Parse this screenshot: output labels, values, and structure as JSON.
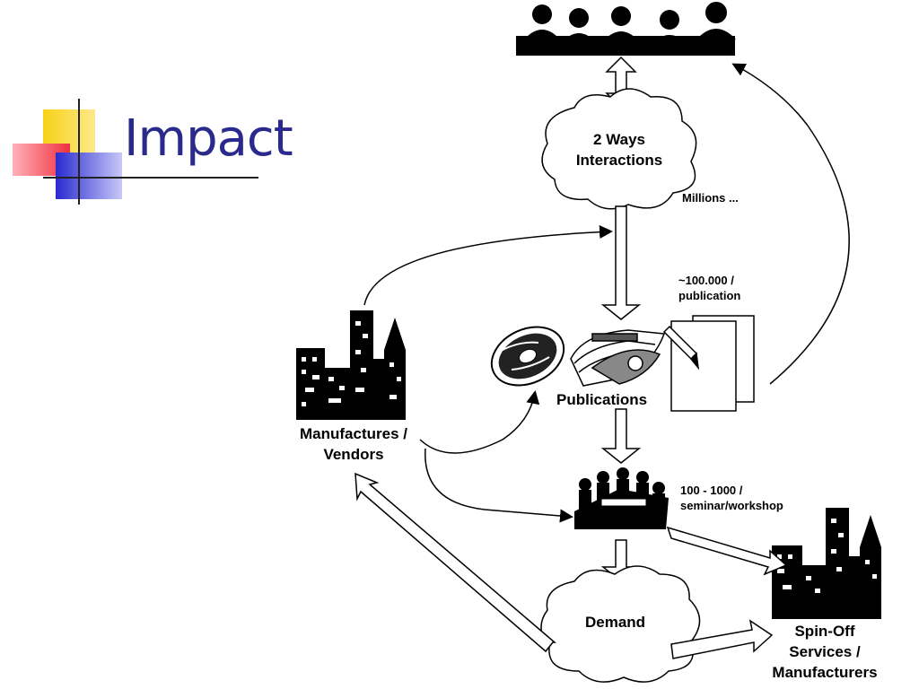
{
  "slide": {
    "title": "Impact"
  },
  "nodes": {
    "interactions": "2 Ways\nInteractions",
    "publications": "Publications",
    "manufactures": "Manufactures /\nVendors",
    "demand": "Demand",
    "spinoff": "Spin-Off\nServices /\nManufacturers"
  },
  "annotations": {
    "millions": "Millions ...",
    "per_publication": "~100.000 /\npublication",
    "per_seminar": "100 - 1000 /\nseminar/workshop"
  },
  "colors": {
    "title": "#2a2a8c",
    "logo_yellow": "#f7d117",
    "logo_red": "#f04050",
    "logo_blue": "#3a3ad0"
  }
}
